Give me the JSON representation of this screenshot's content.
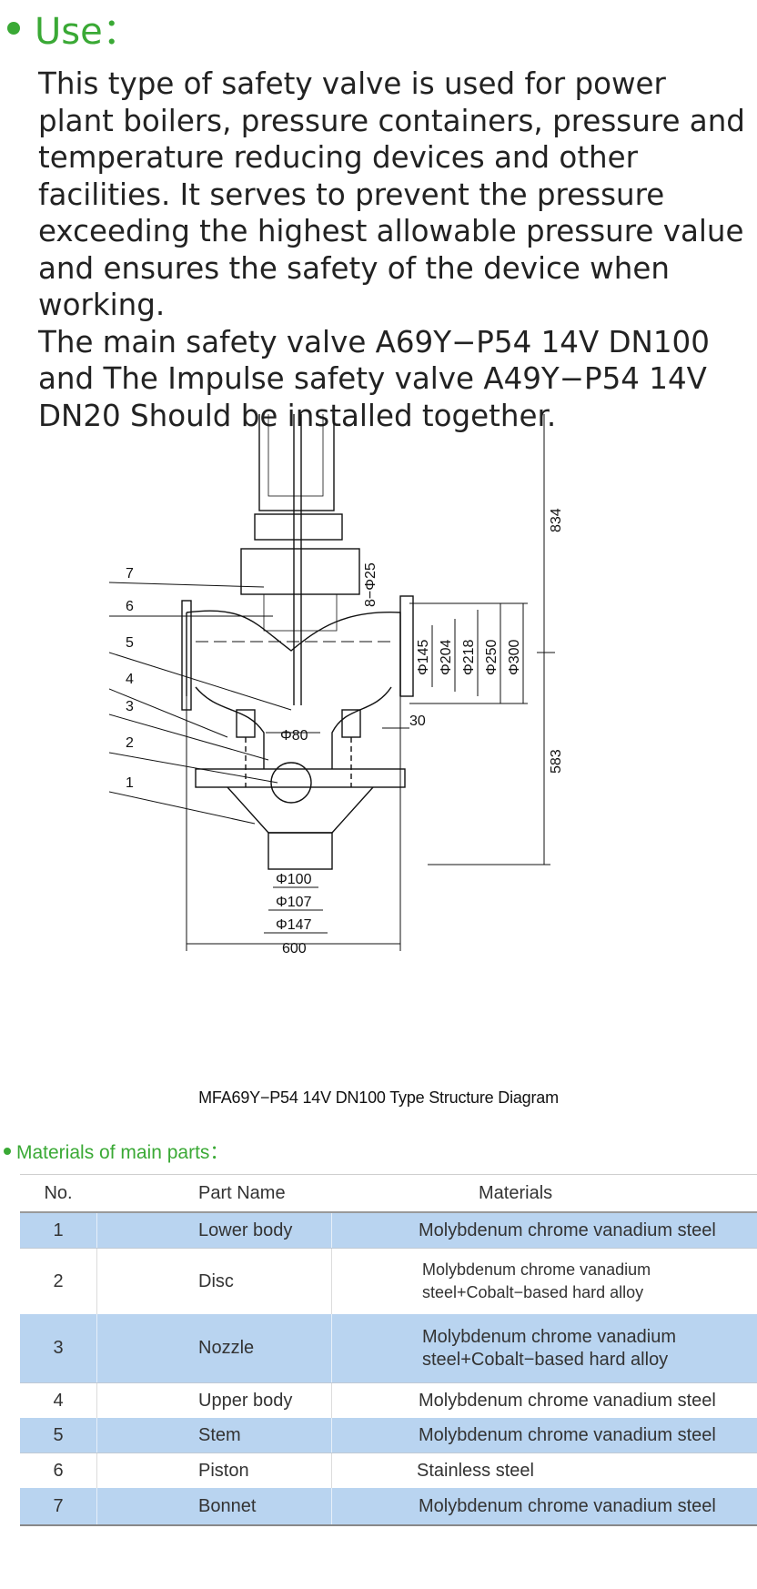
{
  "use_section": {
    "title": "Use：",
    "paragraphs": [
      "This type of safety valve is used for power plant boilers, pressure containers, pressure and temperature reducing devices and other facilities. It serves to prevent the pressure exceeding the highest allowable pressure value and ensures the safety of the device when working.",
      "The main safety valve A69Y−P54 14V DN100 and The Impulse safety valve A49Y−P54 14V DN20 Should be installed together."
    ]
  },
  "diagram": {
    "part_numbers": [
      "7",
      "6",
      "5",
      "4",
      "3",
      "2",
      "1"
    ],
    "dim_height_top": "834",
    "dim_height_bottom": "583",
    "dim_bolts": "8−Φ25",
    "dim_phi145": "Φ145",
    "dim_phi204": "Φ204",
    "dim_phi218": "Φ218",
    "dim_phi250": "Φ250",
    "dim_phi300": "Φ300",
    "dim_30": "30",
    "dim_phi80": "Φ80",
    "dim_phi100": "Φ100",
    "dim_phi107": "Φ107",
    "dim_phi147": "Φ147",
    "dim_600": "600"
  },
  "caption": "MFA69Y−P54 14V DN100 Type Structure Diagram",
  "materials_section": {
    "title": "Materials of main parts：",
    "headers": {
      "no": "No.",
      "part": "Part Name",
      "material": "Materials"
    },
    "rows": [
      {
        "no": "1",
        "part": "Lower body",
        "material": "Molybdenum chrome vanadium steel"
      },
      {
        "no": "2",
        "part": "Disc",
        "material": "Molybdenum chrome vanadium steel+Cobalt−based hard alloy"
      },
      {
        "no": "3",
        "part": "Nozzle",
        "material": "Molybdenum chrome vanadium steel+Cobalt−based hard alloy"
      },
      {
        "no": "4",
        "part": "Upper body",
        "material": "Molybdenum chrome vanadium steel"
      },
      {
        "no": "5",
        "part": "Stem",
        "material": "Molybdenum chrome vanadium steel"
      },
      {
        "no": "6",
        "part": "Piston",
        "material": "Stainless steel"
      },
      {
        "no": "7",
        "part": "Bonnet",
        "material": "Molybdenum chrome vanadium steel"
      }
    ]
  },
  "colors": {
    "accent_green": "#3aa935",
    "row_blue": "#b9d4f0"
  }
}
